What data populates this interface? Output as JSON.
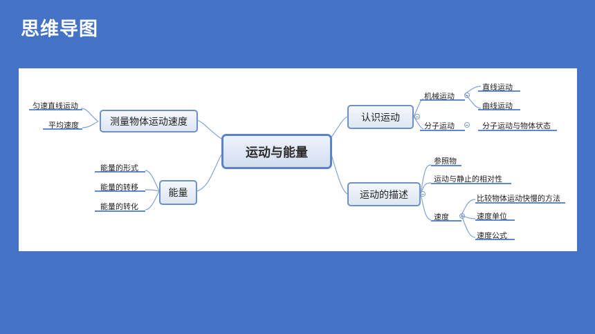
{
  "slide": {
    "title": "思维导图"
  },
  "mindmap": {
    "center": "运动与能量",
    "left": [
      {
        "label": "测量物体运动速度",
        "children": [
          "匀速直线运动",
          "平均速度"
        ]
      },
      {
        "label": "能量",
        "children": [
          "能量的形式",
          "能量的转移",
          "能量的转化"
        ]
      }
    ],
    "right": [
      {
        "label": "认识运动",
        "children": [
          {
            "label": "机械运动",
            "children": [
              "直线运动",
              "曲线运动"
            ]
          },
          {
            "label": "分子运动",
            "children": [
              "分子运动与物体状态"
            ]
          }
        ]
      },
      {
        "label": "运动的描述",
        "children": [
          {
            "label": "参照物"
          },
          {
            "label": "运动与静止的相对性"
          },
          {
            "label": "速度",
            "children": [
              "比较物体运动快慢的方法",
              "速度单位",
              "速度公式"
            ]
          }
        ]
      }
    ]
  },
  "colors": {
    "background": "#4472c4",
    "line": "#5b87cf",
    "node_border": "#6d8fc8"
  }
}
